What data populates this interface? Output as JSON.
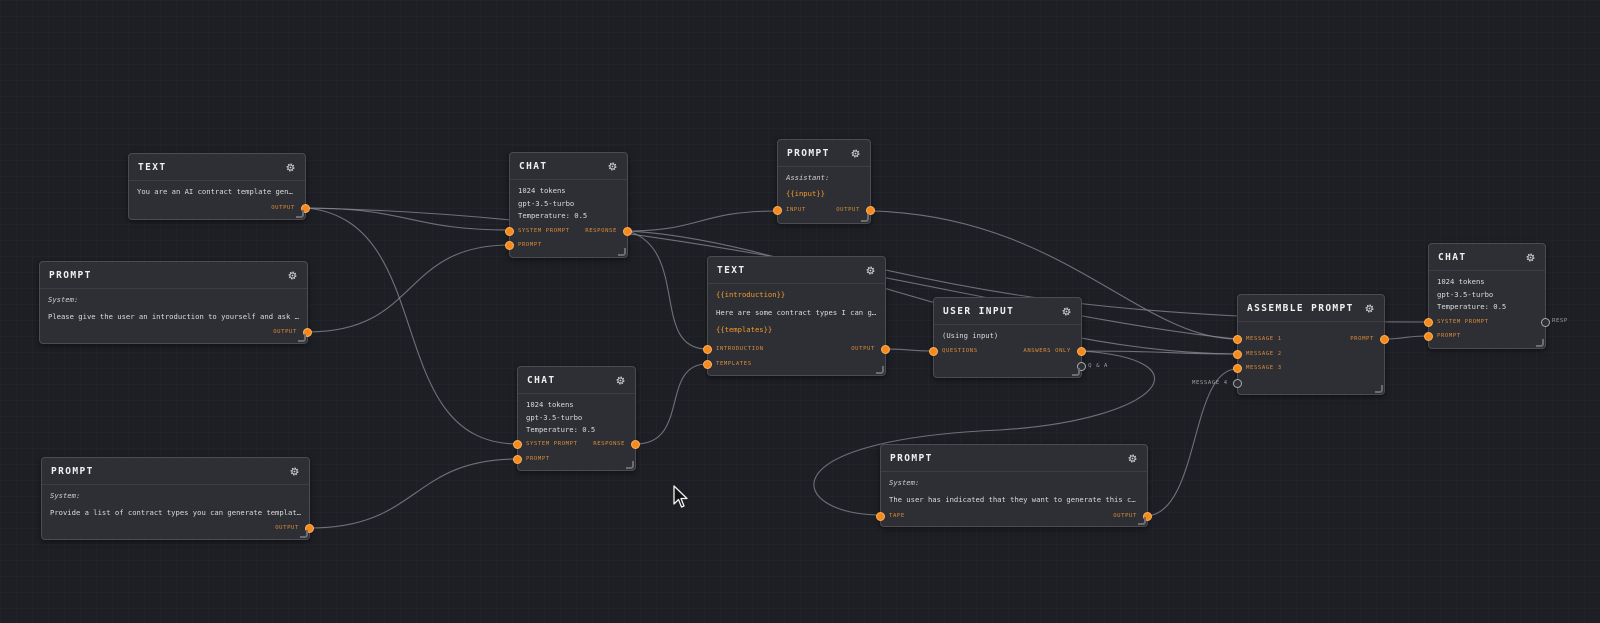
{
  "nodes": {
    "text1": {
      "title": "TEXT",
      "content": "You are an AI contract template gene…",
      "out": "OUTPUT"
    },
    "prompt1": {
      "title": "PROMPT",
      "role": "System:",
      "content": "Please give the user an introduction to yourself and ask …",
      "out": "OUTPUT"
    },
    "prompt2": {
      "title": "PROMPT",
      "role": "System:",
      "content": "Provide a list of contract types you can generate templat…",
      "out": "OUTPUT"
    },
    "chat1": {
      "title": "CHAT",
      "tokens": "1024 tokens",
      "model": "gpt-3.5-turbo",
      "temperature": "Temperature: 0.5",
      "in_system": "SYSTEM PROMPT",
      "in_prompt": "PROMPT",
      "out": "RESPONSE"
    },
    "chat2": {
      "title": "CHAT",
      "tokens": "1024 tokens",
      "model": "gpt-3.5-turbo",
      "temperature": "Temperature: 0.5",
      "in_system": "SYSTEM PROMPT",
      "in_prompt": "PROMPT",
      "out": "RESPONSE"
    },
    "prompt_input": {
      "title": "PROMPT",
      "role": "Assistant:",
      "content": "{{input}}",
      "in": "INPUT",
      "out": "OUTPUT"
    },
    "text2": {
      "title": "TEXT",
      "line1": "{{introduction}}",
      "line2": "Here are some contract types I can g…",
      "line3": "{{templates}}",
      "in_intro": "INTRODUCTION",
      "in_templates": "TEMPLATES",
      "out": "OUTPUT"
    },
    "user_input": {
      "title": "USER INPUT",
      "content": "(Using input)",
      "in": "QUESTIONS",
      "out1": "ANSWERS ONLY",
      "out2": "Q & A"
    },
    "prompt3": {
      "title": "PROMPT",
      "role": "System:",
      "content": "The user has indicated that they want to generate this co…",
      "in": "TAPE",
      "out": "OUTPUT"
    },
    "assemble": {
      "title": "ASSEMBLE PROMPT",
      "in1": "MESSAGE 1",
      "in2": "MESSAGE 2",
      "in3": "MESSAGE 3",
      "in4": "MESSAGE 4",
      "out": "PROMPT"
    },
    "chat3": {
      "title": "CHAT",
      "tokens": "1024 tokens",
      "model": "gpt-3.5-turbo",
      "temperature": "Temperature: 0.5",
      "in_system": "SYSTEM PROMPT",
      "in_prompt": "PROMPT",
      "out": "RESP"
    }
  },
  "colors": {
    "background": "#1d1f25",
    "node": "#2e2f34",
    "port_active": "#f58a1f",
    "port_label": "#d98a3a",
    "wire": "#8a8d94"
  },
  "icons": {
    "node_settings": "gear-icon",
    "cursor": "mouse-pointer-icon"
  }
}
